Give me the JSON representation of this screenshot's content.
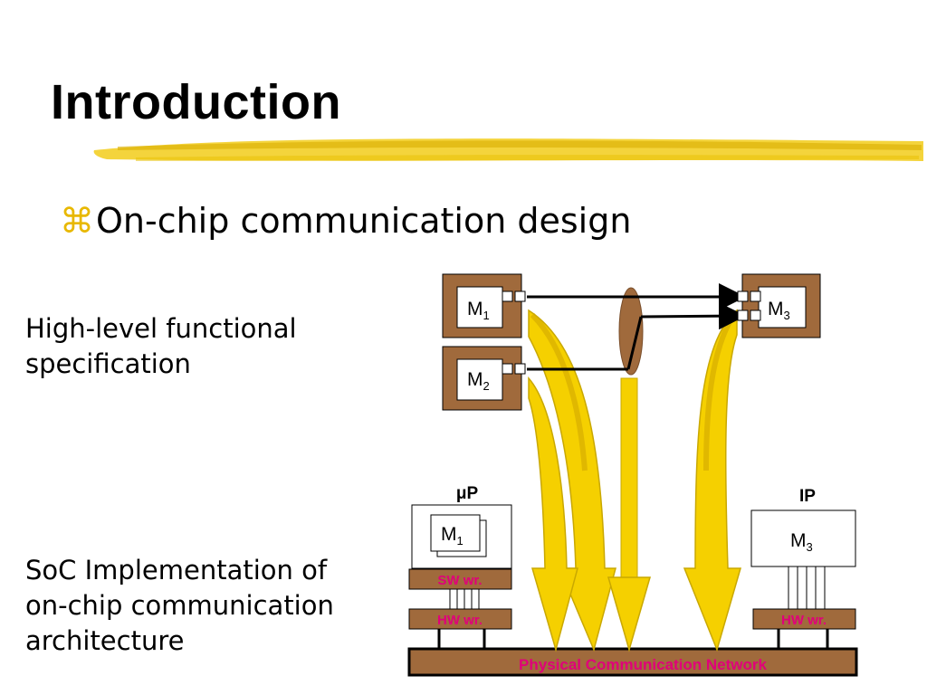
{
  "slide": {
    "title": "Introduction",
    "bullet": {
      "icon": "command-key-icon",
      "text": "On-chip communication design"
    },
    "left_labels": {
      "high_level_line1": "High-level functional",
      "high_level_line2": "specification",
      "soc_line1": "SoC Implementation of",
      "soc_line2": "on-chip communication",
      "soc_line3": "architecture"
    }
  },
  "diagram": {
    "modules": {
      "m1": {
        "letter": "M",
        "sub": "1"
      },
      "m2": {
        "letter": "M",
        "sub": "2"
      },
      "m3": {
        "letter": "M",
        "sub": "3"
      }
    },
    "processor_label": {
      "mu": "μ",
      "p": "P"
    },
    "ip_label": "IP",
    "proc_inner": {
      "letter": "M",
      "sub": "1"
    },
    "ip_inner": {
      "letter": "M",
      "sub": "3"
    },
    "sw_wrapper": "SW wr.",
    "hw_wrapper_left": "HW wr.",
    "hw_wrapper_right": "HW wr.",
    "network": "Physical Communication Network"
  },
  "colors": {
    "brown": "#a06a3c",
    "brown_dark": "#7a4e2a",
    "yellow": "#f5d000",
    "yellow_dark": "#c9a800",
    "magenta_text": "#e0007a"
  }
}
